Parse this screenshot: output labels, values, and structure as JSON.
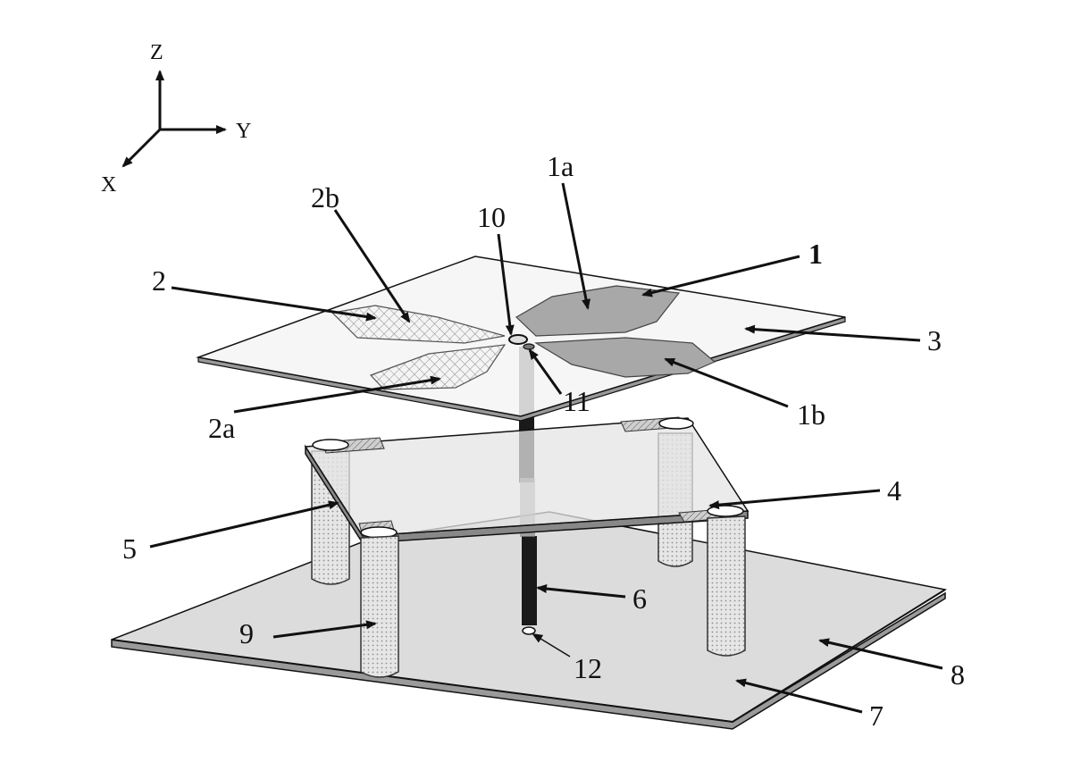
{
  "axes": {
    "z": "Z",
    "y": "Y",
    "x": "X"
  },
  "labels": {
    "l1": "1",
    "l1a": "1a",
    "l1b": "1b",
    "l2": "2",
    "l2a": "2a",
    "l2b": "2b",
    "l3": "3",
    "l4": "4",
    "l5": "5",
    "l6": "6",
    "l7": "7",
    "l8": "8",
    "l9": "9",
    "l10": "10",
    "l11": "11",
    "l12": "12"
  },
  "colors": {
    "line": "#111111",
    "board_fill": "#f2f2f2",
    "ground_fill": "#d9d9d9",
    "dipole_dark": "#a6a6a6",
    "feed_dark": "#1a1a1a",
    "post_fill": "#e3e3e3"
  }
}
